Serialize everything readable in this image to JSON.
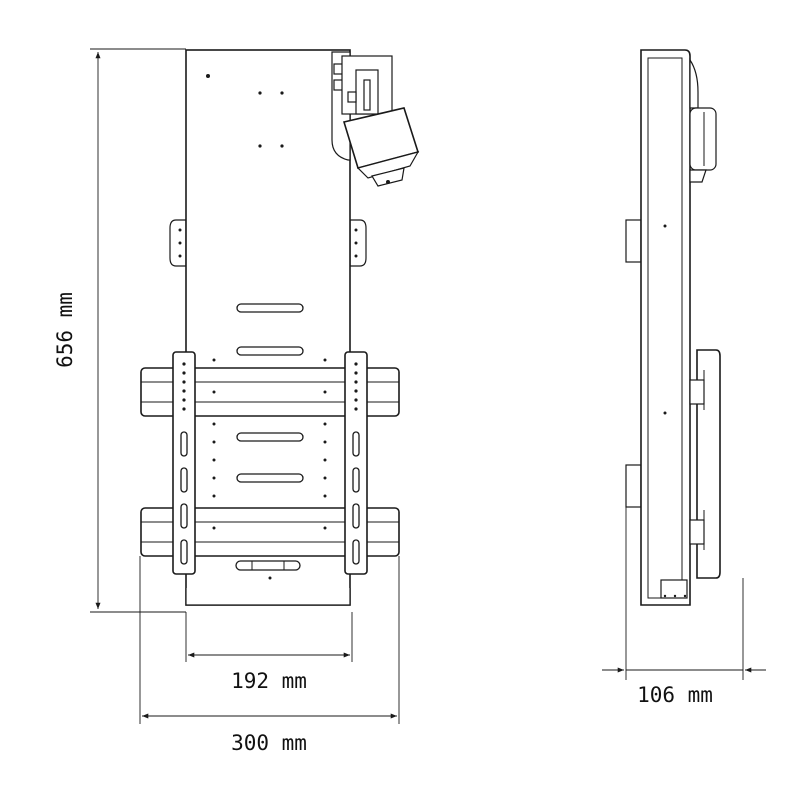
{
  "dimensions": {
    "height": "656 mm",
    "inner_width": "192 mm",
    "outer_width": "300 mm",
    "depth": "106 mm"
  }
}
